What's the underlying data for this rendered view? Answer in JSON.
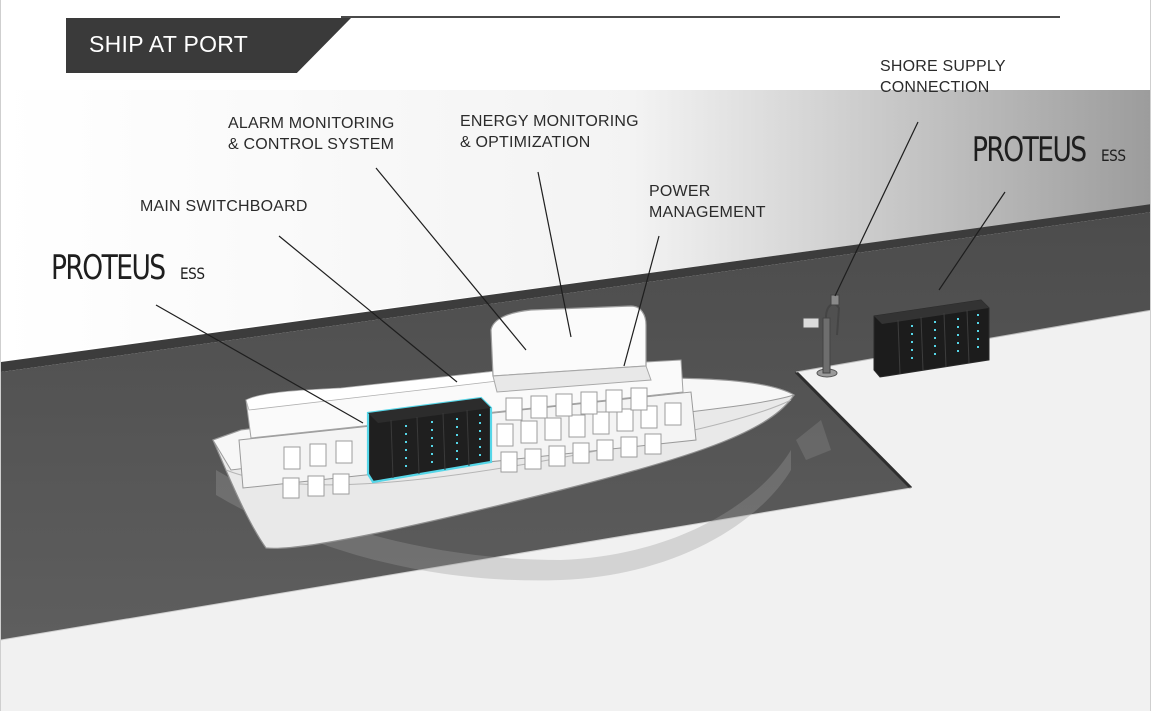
{
  "title": "SHIP AT PORT",
  "labels": {
    "alarm_line1": "ALARM MONITORING",
    "alarm_line2": "& CONTROL SYSTEM",
    "energy_line1": "ENERGY MONITORING",
    "energy_line2": "& OPTIMIZATION",
    "main_switchboard": "MAIN SWITCHBOARD",
    "power_line1": "POWER",
    "power_line2": "MANAGEMENT",
    "shore_line1": "SHORE SUPPLY",
    "shore_line2": "CONNECTION"
  },
  "brand": {
    "ship": {
      "main": "PROTEUS",
      "suffix": "ESS"
    },
    "shore": {
      "main": "PROTEUS",
      "suffix": "ESS"
    }
  },
  "colors": {
    "water": "#595959",
    "quay": "#f1f1f1",
    "battery_highlight": "#55d6e8",
    "battery_body": "#1f1f1f",
    "banner": "#3a3a3a"
  }
}
